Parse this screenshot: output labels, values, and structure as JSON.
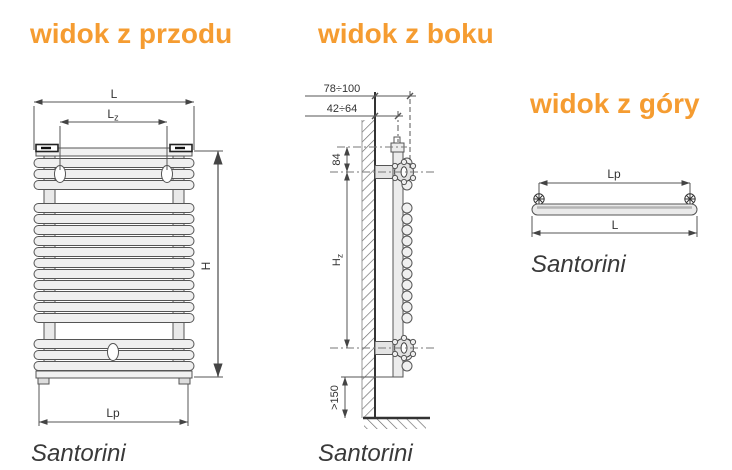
{
  "colors": {
    "accent": "#F59C31",
    "line": "#3C3C3C",
    "fill_light": "#EDEDED",
    "text": "#3A3A3A"
  },
  "front_view": {
    "title": "widok z przodu",
    "model_label": "Santorini",
    "dimensions": {
      "width_total": "L",
      "connection_spacing_main": "L",
      "connection_spacing_sub": "z",
      "height_total": "H",
      "mount_spacing": "Lp"
    }
  },
  "side_view": {
    "title": "widok z boku",
    "model_label": "Santorini",
    "dimensions": {
      "wall_to_front": "78÷100",
      "wall_to_axis": "42÷64",
      "top_to_bracket": "84",
      "bracket_spacing_main": "H",
      "bracket_spacing_sub": "z",
      "floor_clearance": ">150"
    }
  },
  "top_view": {
    "title": "widok z góry",
    "model_label": "Santorini",
    "dimensions": {
      "mount_spacing": "Lp",
      "width_total": "L"
    }
  }
}
